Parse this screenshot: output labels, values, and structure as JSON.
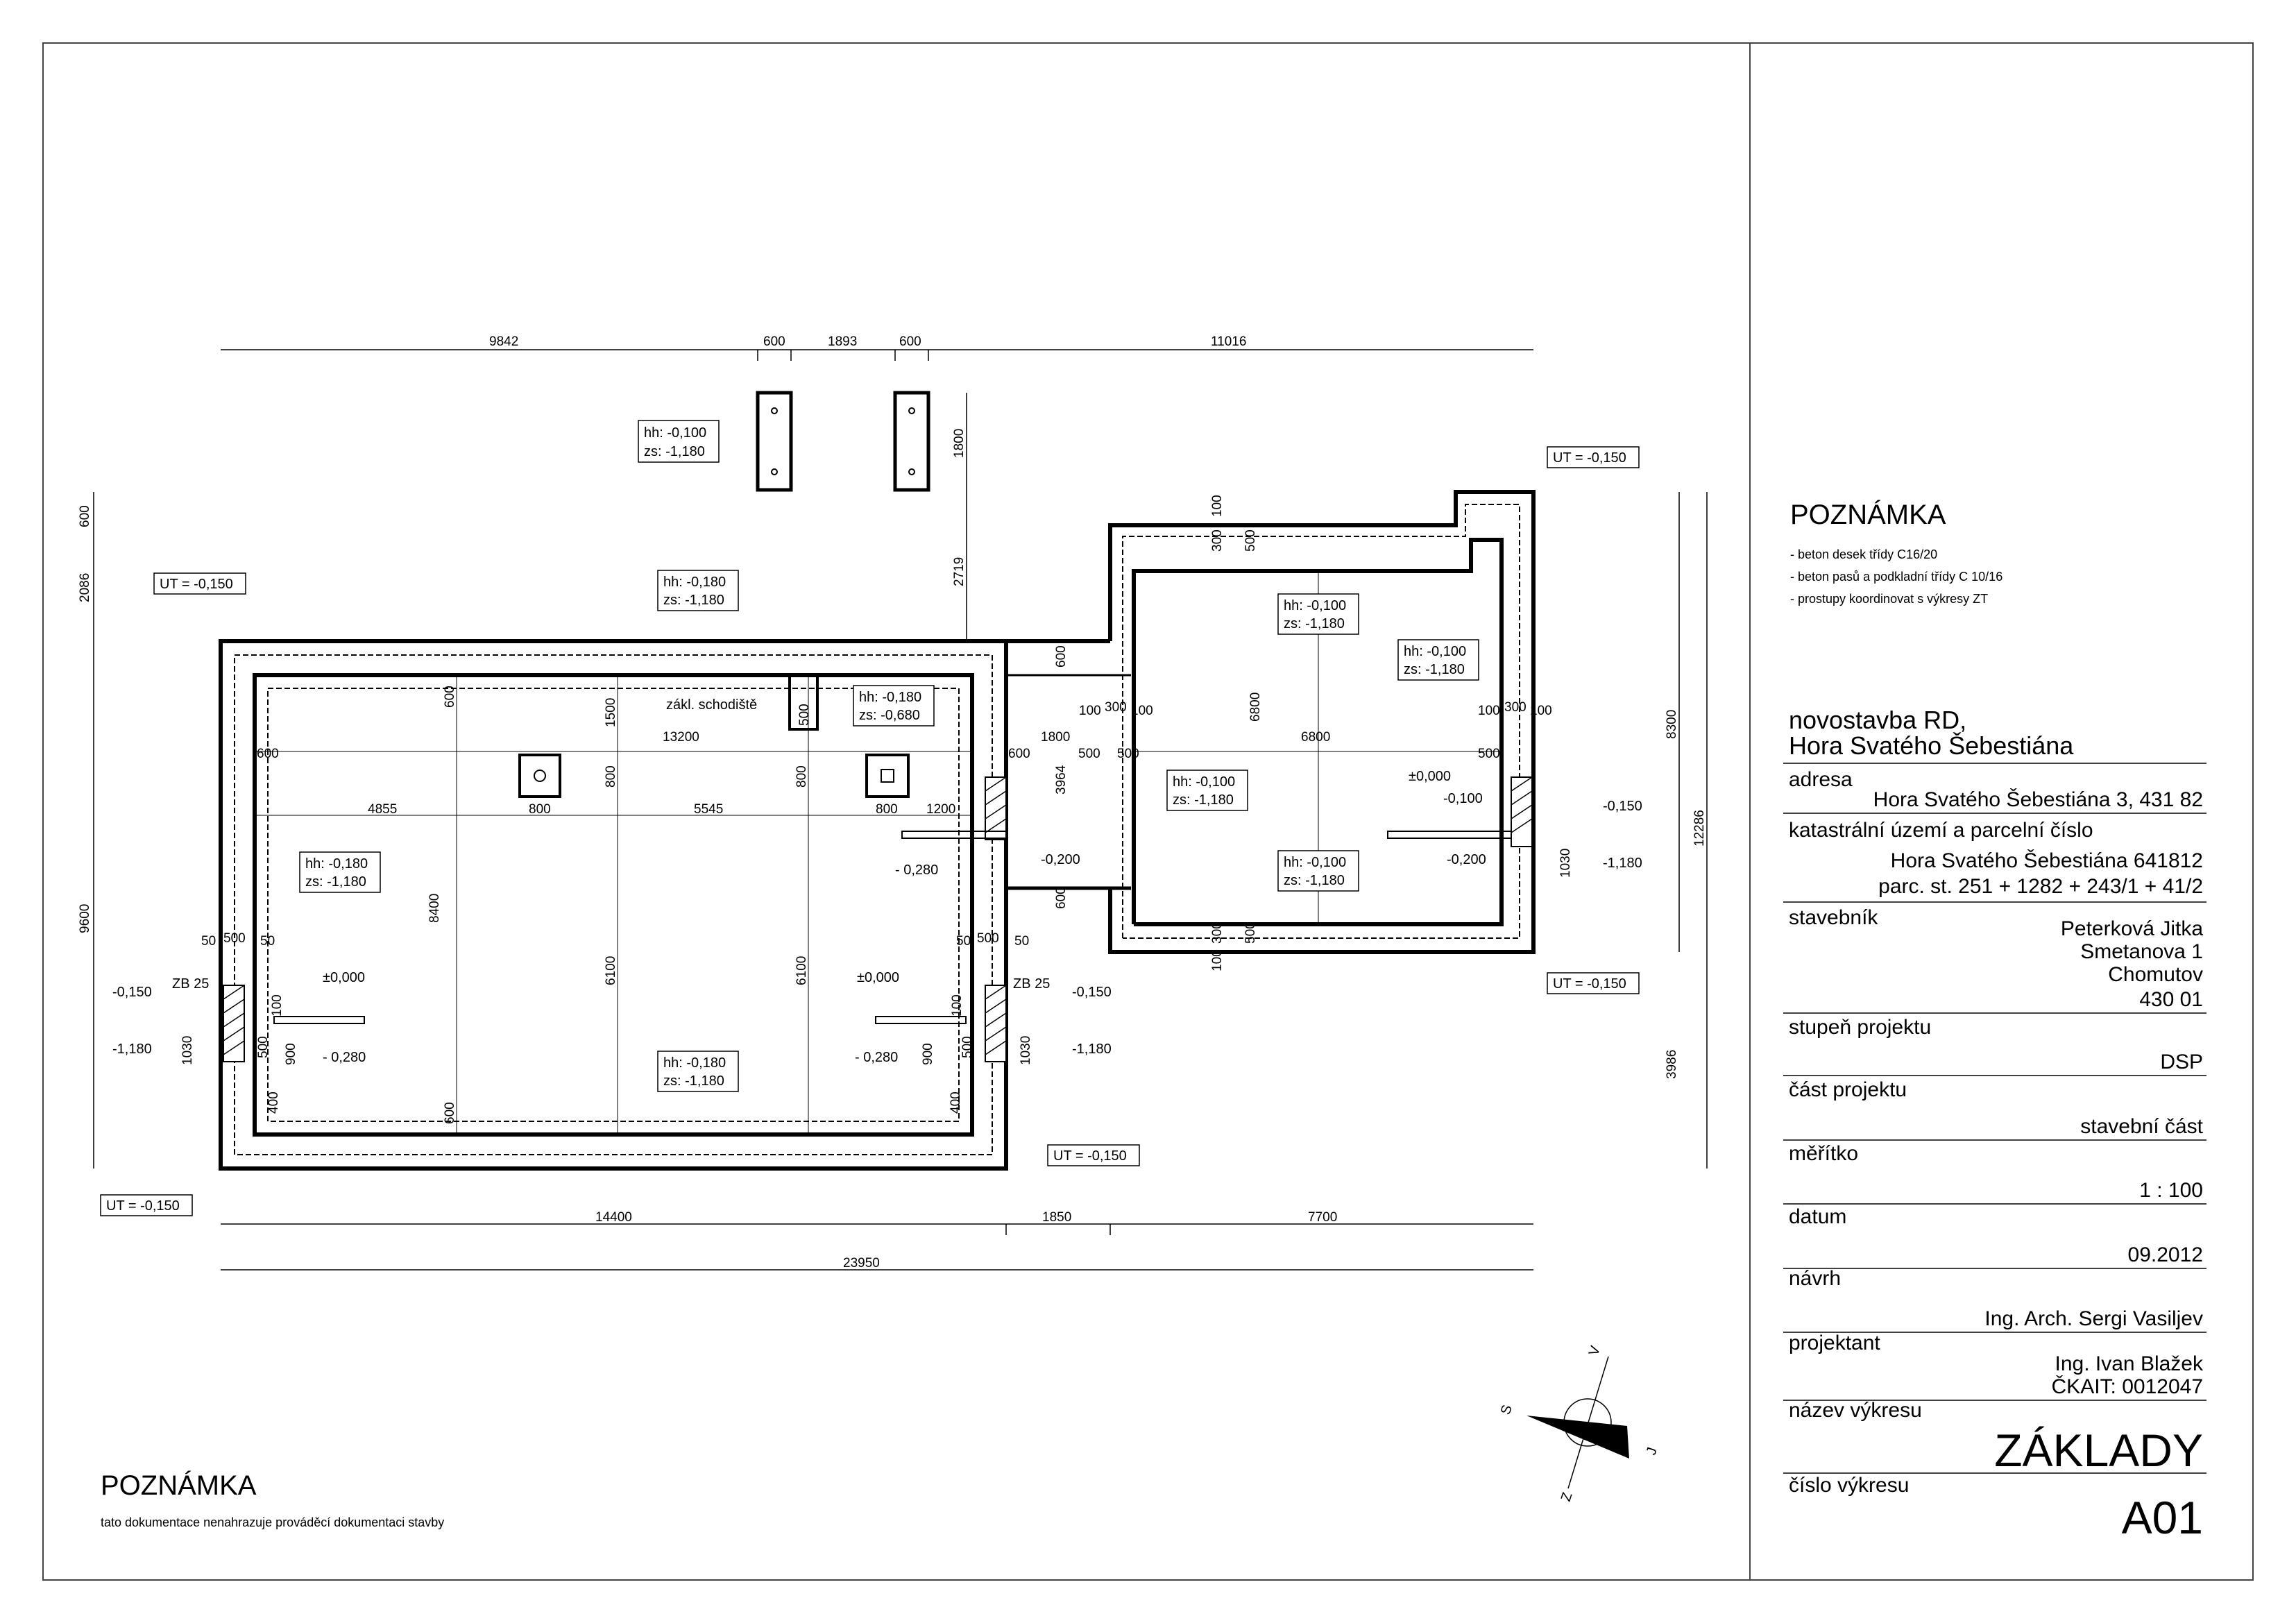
{
  "dimensions": {
    "top": [
      "9842",
      "600",
      "1893",
      "600",
      "11016"
    ],
    "bottom": [
      "14400",
      "1850",
      "7700"
    ],
    "bottom_total": "23950",
    "left": [
      "600",
      "2086",
      "9600"
    ],
    "right": [
      "8300",
      "3986"
    ],
    "right_total": "12286",
    "pier_height": "1800",
    "pier_gap": "2719",
    "main_inner": {
      "width": "13200",
      "left_span": "4855",
      "middle_span": "5545",
      "pad1": "800",
      "pad2": "800",
      "pad3": "800",
      "pad4": "800",
      "right_part": "1200",
      "wall_left": "600",
      "wall_right": "600",
      "v1500": "1500",
      "v8400": "8400",
      "v6100a": "6100",
      "v6100b": "6100",
      "v600a": "600",
      "v600b": "600",
      "v500": "500",
      "s50a": "50",
      "s500a": "500",
      "s50b": "50",
      "s50c": "50",
      "s500b": "500",
      "s50d": "50"
    },
    "link": {
      "w1800": "1800",
      "w600": "600",
      "w500": "500",
      "h3964": "3964",
      "h600a": "600",
      "h600b": "600"
    },
    "annex": {
      "width": "6800",
      "height": "6800",
      "w100a": "100",
      "w300a": "300",
      "w100b": "100",
      "w100c": "100",
      "w300b": "300",
      "w100d": "100",
      "w500a": "500",
      "w500b": "500",
      "t100": "100",
      "t300": "300",
      "t500": "500",
      "b100": "100",
      "b300": "300",
      "b500": "500"
    },
    "sections": {
      "h1030a": "1030",
      "h1030b": "1030",
      "h1030c": "1030",
      "h100a": "100",
      "h500a": "500",
      "h900a": "900",
      "h400a": "400",
      "h100b": "100",
      "h500b": "500",
      "h900b": "900",
      "h400b": "400"
    }
  },
  "levels": {
    "pier": {
      "hh": "hh: -0,100",
      "zs": "zs: -1,180"
    },
    "ext_top": {
      "hh": "hh: -0,180",
      "zs": "zs: -1,180"
    },
    "stair": {
      "hh": "hh: -0,180",
      "zs": "zs: -0,680"
    },
    "main_left": {
      "hh": "hh: -0,180",
      "zs": "zs: -1,180"
    },
    "main_bottom": {
      "hh": "hh: -0,180",
      "zs": "zs: -1,180"
    },
    "annex_top": {
      "hh": "hh: -0,100",
      "zs": "zs: -1,180"
    },
    "annex_right": {
      "hh": "hh: -0,100",
      "zs": "zs: -1,180"
    },
    "annex_left": {
      "hh": "hh: -0,100",
      "zs": "zs: -1,180"
    },
    "annex_bottom": {
      "hh": "hh: -0,100",
      "zs": "zs: -1,180"
    },
    "ut_labels": [
      "UT = -0,150",
      "UT = -0,150",
      "UT = -0,150",
      "UT = -0,150",
      "UT = -0,150"
    ],
    "zb_left": "ZB 25",
    "zb_right": "ZB 25",
    "stair_label": "zákl. schodiště",
    "spot": {
      "m0150a": "-0,150",
      "m1180a": "-1,180",
      "m0150b": "-0,150",
      "m1180b": "-1,180",
      "m0150c": "-0,150",
      "m1180c": "-1,180",
      "z000a": "±0,000",
      "m0280a": "- 0,280",
      "z000b": "±0,000",
      "m0280b": "- 0,280",
      "m0280c": "- 0,280",
      "m0200a": "-0,200",
      "z000c": "±0,000",
      "m0100": "-0,100",
      "m0200b": "-0,200"
    }
  },
  "note_top": {
    "heading": "POZNÁMKA",
    "lines": [
      "- beton desek třídy C16/20",
      "- beton pasů a podkladní třídy C 10/16",
      "- prostupy koordinovat s výkresy ZT"
    ]
  },
  "note_bottom": {
    "heading": "POZNÁMKA",
    "text": "tato dokumentace nenahrazuje prováděcí dokumentaci stavby"
  },
  "title_block": {
    "project_line1": "novostavba RD,",
    "project_line2": "Hora Svatého Šebestiána",
    "address_label": "adresa",
    "address_value": "Hora Svatého Šebestiána 3, 431 82",
    "cadastral_label": "katastrální území a parcelní číslo",
    "cadastral_value1": "Hora Svatého Šebestiána 641812",
    "cadastral_value2": "parc. st. 251 + 1282 + 243/1 + 41/2",
    "investor_label": "stavebník",
    "investor_lines": [
      "Peterková Jitka",
      "Smetanova 1",
      "Chomutov",
      "430 01"
    ],
    "stage_label": "stupeň projektu",
    "stage_value": "DSP",
    "part_label": "část projektu",
    "part_value": "stavební část",
    "scale_label": "měřítko",
    "scale_value": "1 : 100",
    "date_label": "datum",
    "date_value": "09.2012",
    "design_label": "návrh",
    "design_value": "Ing. Arch. Sergi Vasiljev",
    "designer_label": "projektant",
    "designer_value1": "Ing. Ivan Blažek",
    "designer_value2": "ČKAIT: 0012047",
    "drawing_name_label": "název výkresu",
    "drawing_name_value": "ZÁKLADY",
    "drawing_no_label": "číslo výkresu",
    "drawing_no_value": "A01"
  },
  "compass": {
    "s": "S",
    "v": "V",
    "j": "J",
    "z": "Z"
  }
}
